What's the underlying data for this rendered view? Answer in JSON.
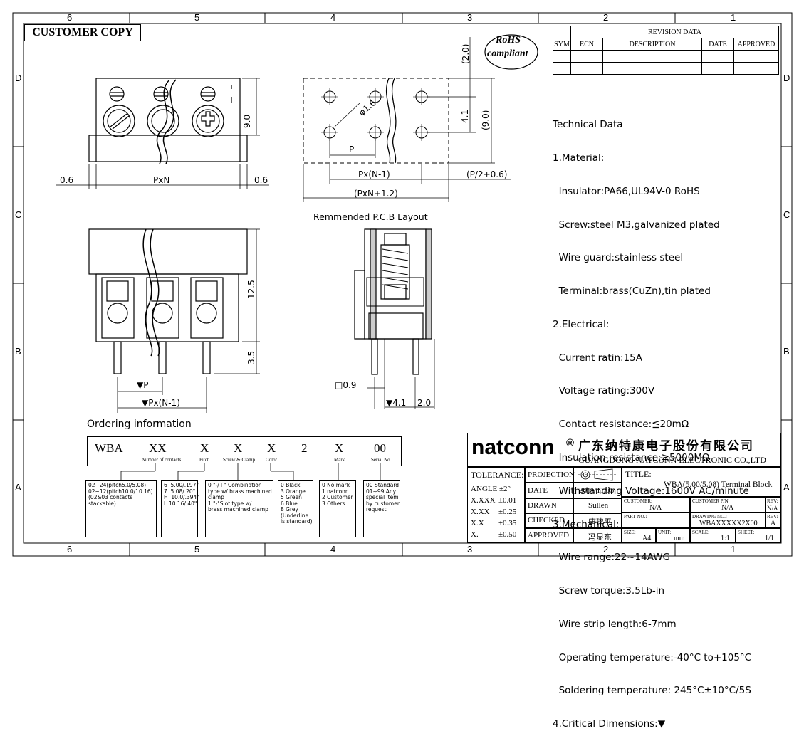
{
  "zones": {
    "top": [
      "6",
      "5",
      "4",
      "3",
      "2",
      "1"
    ],
    "side": [
      "D",
      "C",
      "B",
      "A"
    ]
  },
  "customer_copy": "CUSTOMER COPY",
  "rohs": [
    "RoHS",
    "compliant"
  ],
  "revision": {
    "title": "REVISION DATA",
    "headers": [
      "SYM",
      "ECN",
      "DESCRIPTION",
      "DATE",
      "APPROVED"
    ]
  },
  "dims": {
    "nine": "9.0",
    "side_gap": "0.6",
    "pxn": "PxN",
    "two": "(2.0)",
    "hole": "φ1.6",
    "p": "P",
    "four_one": "4.1",
    "nine_paren": "(9.0)",
    "pxn1": "Px(N-1)",
    "p2": "(P/2+0.6)",
    "pxn12": "(PxN+1.2)",
    "pcb_caption": "Remmended P.C.B Layout",
    "twelve": "12.5",
    "three": "3.5",
    "vp": "▼P",
    "vpxn1": "▼Px(N-1)",
    "sq": "□0.9",
    "v41": "▼4.1",
    "two_b": "2.0"
  },
  "technical": [
    "Technical Data",
    "1.Material:",
    "  Insulator:PA66,UL94V-0 RoHS",
    "  Screw:steel M3,galvanized plated",
    "  Wire guard:stainless steel",
    "  Terminal:brass(CuZn),tin plated",
    "2.Electrical:",
    "  Current ratin:15A",
    "  Voltage rating:300V",
    "  Contact resistance:≦20mΩ",
    "  Insulation resistance:≧5000MΩ",
    "  Withstanding Voltage:1600V AC/minute",
    "3.Mechanical:",
    "  Wire range:22~14AWG",
    "  Screw torque:3.5Lb-in",
    "  Wire strip length:6-7mm",
    "  Operating temperature:-40°C to+105°C",
    "  Soldering temperature: 245°C±10°C/5S",
    "4.Critical Dimensions:▼"
  ],
  "ordering": {
    "title": "Ordering information",
    "codes": [
      "WBA",
      "XX",
      "X",
      "X",
      "X",
      "2",
      "X",
      "00"
    ],
    "labels": [
      "Number of contacts",
      "Pitch",
      "Screw & Clamp",
      "Color",
      "Mark",
      "Serial No."
    ],
    "options": [
      "02~24(pitch5.0/5.08)\n02~12(pitch10.0/10.16)\n(02&03 contacts\nstackable)",
      "6  5.00/.197\"\n7  5.08/.20\"\nH  10.0/.394\"\nI  10.16/.40\"",
      "0 \"-/+\" Combination\ntype w/ brass machined\nclamp\n1 \"-\"Slot type w/\nbrass machined clamp",
      "0 Black\n3 Orange\n5 Green\n6 Blue\n8 Grey\n(Underline\nis standard)",
      "0 No mark\n1 natconn\n2 Customer\n3 Others",
      "00 Standard\n01~99 Any\nspecial item\nby customer\nrequest"
    ]
  },
  "company": {
    "brand": "natconn",
    "reg": "®",
    "chinese": "广东纳特康电子股份有限公司",
    "english": "GUANGDONG NATCONN ELECTRONIC CO.,LTD"
  },
  "tolerance": {
    "title": "TOLERANCE:",
    "angle": "ANGLE ±2°",
    "rows": [
      [
        "X.XXX",
        "±0.01"
      ],
      [
        "X.XX",
        "±0.25"
      ],
      [
        "X.X",
        "±0.35"
      ],
      [
        "X.",
        "±0.50"
      ]
    ]
  },
  "titleblock": {
    "projection": "PROJECTION",
    "date_label": "DATE",
    "date": "2011/11/05",
    "drawn_label": "DRAWN",
    "drawn": "Sullen",
    "checked_label": "CHECKED",
    "checked": "唐建平",
    "approved_label": "APPROVED",
    "approved": "冯显东",
    "title_label": "TITLE:",
    "title": "WBA(5.00/5.08) Terminal Block",
    "customer_label": "CUSTOMER:",
    "customer": "N/A",
    "customer_pn_label": "CUSTOMER P/N:",
    "customer_pn": "N/A",
    "rev_label": "REV:",
    "rev1": "N/A",
    "part_label": "PART NO.:",
    "drawing_label": "DRAWING NO.:",
    "drawing": "WBAXXXXX2X00",
    "rev2": "A",
    "size_label": "SIZE:",
    "size": "A4",
    "unit_label": "UNIT:",
    "unit": "mm",
    "scale_label": "SCALE:",
    "scale": "1:1",
    "sheet_label": "SHEET:",
    "sheet": "1/1"
  }
}
